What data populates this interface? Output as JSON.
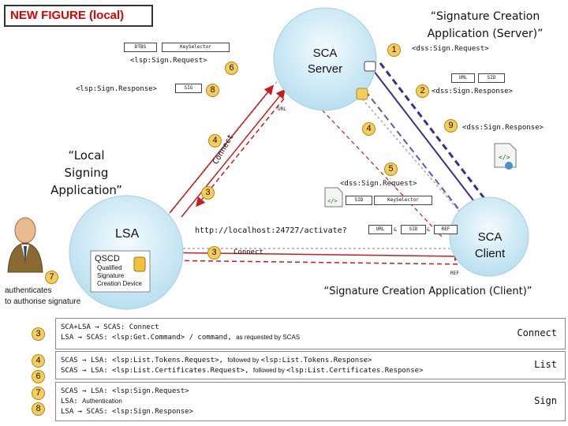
{
  "header": {
    "title": "NEW FIGURE (local)"
  },
  "labels": {
    "sca_server_quote_line1": "“Signature Creation",
    "sca_server_quote_line2": "Application (Server)”",
    "sca_server": "SCA\nServer",
    "lsa_quote_line1": "“Local",
    "lsa_quote_line2": "Signing",
    "lsa_quote_line3": "Application”",
    "lsa": "LSA",
    "qscd": "QSCD",
    "qscd_desc": "Qualified\nSignature\nCreation Device",
    "sca_client": "SCA\nClient",
    "sca_client_quote": "“Signature Creation Application (Client)”",
    "authenticates": "authenticates\nto authorise signature"
  },
  "tags": {
    "dtbs": "DTBS",
    "keyselector_top": "KeySelector",
    "sig": "SIG",
    "url_right": "URL",
    "sid_right": "SID",
    "sid_mid": "SID",
    "keyselector_mid": "KeySelector",
    "url_bottom": "URL",
    "sid_bottom": "SID",
    "ref_bottom": "REF"
  },
  "messages": {
    "lsp_sign_request": "<lsp:Sign.Request>",
    "lsp_sign_response": "<lsp:Sign.Response>",
    "dss_sign_request_top": "<dss:Sign.Request>",
    "dss_sign_response_right": "<dss:Sign.Response>",
    "dss_sign_response_9": "<dss:Sign.Response>",
    "dss_sign_request_mid": "<dss:Sign.Request>",
    "url_label": "URL",
    "connect_diag": "Connect",
    "connect_3": "Connect",
    "localhost": "http://localhost:24727/activate?",
    "amp1": "&",
    "amp2": "&",
    "ref_label": "REF"
  },
  "numbers": {
    "n1": "1",
    "n2": "2",
    "n3a": "3",
    "n3b": "3",
    "n4a": "4",
    "n4b": "4",
    "n5": "5",
    "n6": "6",
    "n7": "7",
    "n8": "8",
    "n9": "9"
  },
  "steps": [
    {
      "nums": [
        "3"
      ],
      "lines": [
        {
          "from": "SCA+LSA",
          "arrow": "→",
          "text": "SCAS:  Connect"
        },
        {
          "from": "LSA",
          "arrow": "→",
          "text": "SCAS:  <lsp:Get.Command>  /  command, ",
          "note": "as requested by SCAS"
        }
      ],
      "action": "Connect"
    },
    {
      "nums": [
        "4",
        "6"
      ],
      "lines": [
        {
          "from": "SCAS",
          "arrow": "→",
          "text": "LSA:  <lsp:List.Tokens.Request>, ",
          "note": "followed by ",
          "text2": "<lsp:List.Tokens.Response>"
        },
        {
          "from": "SCAS",
          "arrow": "→",
          "text": "LSA:  <lsp:List.Certificates.Request>, ",
          "note": "followed by ",
          "text2": "<lsp:List.Certificates.Response>"
        }
      ],
      "action": "List"
    },
    {
      "nums": [
        "7",
        "8"
      ],
      "lines": [
        {
          "from": "SCAS",
          "arrow": "→",
          "text": "LSA:    <lsp:Sign.Request>"
        },
        {
          "from": "LSA:",
          "arrow": "",
          "text": "",
          "note": "Authentication"
        },
        {
          "from": "LSA",
          "arrow": "→",
          "text": "SCAS:  <lsp:Sign.Response>"
        }
      ],
      "action": "Sign"
    }
  ]
}
